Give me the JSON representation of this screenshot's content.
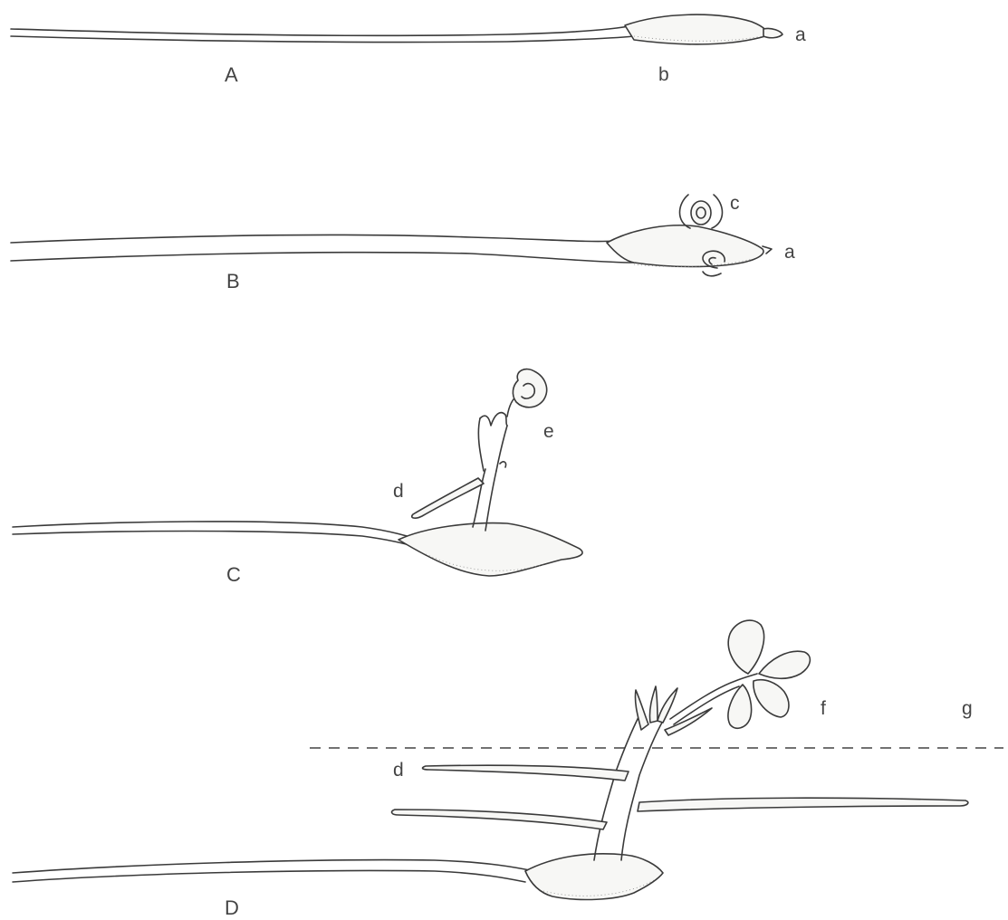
{
  "panels": {
    "A": {
      "caption": "A",
      "labels": {
        "a": "a",
        "b": "b"
      }
    },
    "B": {
      "caption": "B",
      "labels": {
        "c": "c",
        "a": "a"
      }
    },
    "C": {
      "caption": "C",
      "labels": {
        "d": "d",
        "e": "e"
      }
    },
    "D": {
      "caption": "D",
      "labels": {
        "d": "d",
        "f": "f",
        "g": "g"
      }
    }
  }
}
